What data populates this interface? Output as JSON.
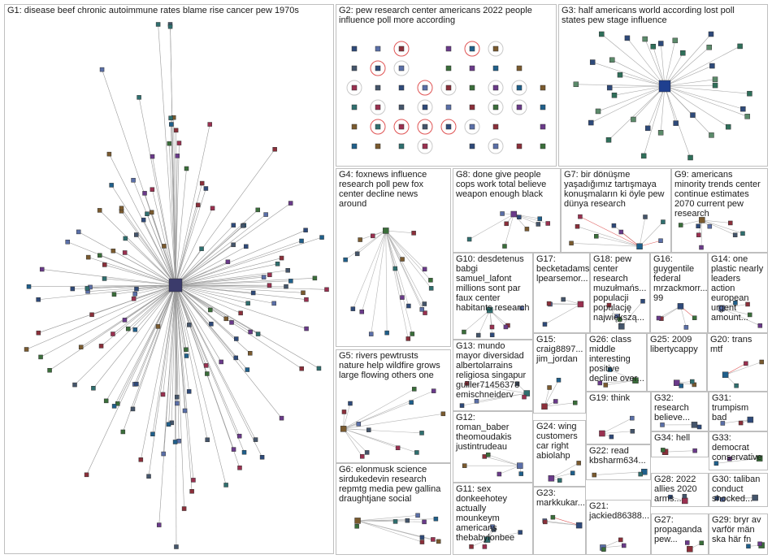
{
  "graph": {
    "groups": [
      {
        "id": "G1",
        "label": "G1: disease beef chronic autoimmune rates blame rise cancer pew 1970s"
      },
      {
        "id": "G2",
        "label": "G2: pew research center americans 2022 people\ninfluence poll more according"
      },
      {
        "id": "G3",
        "label": "G3: half americans world according lost poll\nstates pew stage influence"
      },
      {
        "id": "G4",
        "label": "G4: foxnews influence\nresearch poll pew fox\ncenter decline news\naround"
      },
      {
        "id": "G8",
        "label": "G8: done give people\ncops work total believe\nweapon enough black"
      },
      {
        "id": "G7",
        "label": "G7: bir dönüşme\nyaşadığımız tartışmaya\nkonuşmaların ki öyle pew\ndünya research"
      },
      {
        "id": "G9",
        "label": "G9: americans\nminority trends center\ncontinue estimates\n2070 current pew\nresearch"
      },
      {
        "id": "G10",
        "label": "G10: desdetenus\nbabgi\nsamuel_lafont\nmillions sont par\nfaux center\nhabitants research"
      },
      {
        "id": "G17",
        "label": "G17:\nbecketadams\nlpearsemor..."
      },
      {
        "id": "G18",
        "label": "G18: pew\ncenter\nresearch\nmuzułmańs...\npopulacji\npopulację\nnajwiększą..."
      },
      {
        "id": "G16",
        "label": "G16:\nguygentile\nfederal\nmrzackmorr...\n99"
      },
      {
        "id": "G14",
        "label": "G14: one\nplastic nearly\nleaders\naction\neuropean\nurgent\namount..."
      },
      {
        "id": "G15",
        "label": "G15:\ncraig8897...\njim_jordan"
      },
      {
        "id": "G26",
        "label": "G26: class\nmiddle\ninteresting\npositive\ndecline over..."
      },
      {
        "id": "G25",
        "label": "G25: 2009\nlibertycappy"
      },
      {
        "id": "G20",
        "label": "G20: trans\nmtf"
      },
      {
        "id": "G5",
        "label": "G5: rivers pewtrusts\nnature help wildfire grows\nlarge flowing others one"
      },
      {
        "id": "G13",
        "label": "G13: mundo\nmayor diversidad\nalbertolarrains\nreligiosa singapur\nguiller71456378\nemischneiderv"
      },
      {
        "id": "G19",
        "label": "G19: think"
      },
      {
        "id": "G32",
        "label": "G32:\nresearch\nbelieve..."
      },
      {
        "id": "G31",
        "label": "G31:\ntrumpism\nbad"
      },
      {
        "id": "G12",
        "label": "G12:\nroman_baber\ntheomoudakis\njustintrudeau"
      },
      {
        "id": "G34",
        "label": "G34: hell"
      },
      {
        "id": "G33",
        "label": "G33:\ndemocrat\nconservative"
      },
      {
        "id": "G24",
        "label": "G24: wing\ncustomers\ncar right\nabiolahp"
      },
      {
        "id": "G22",
        "label": "G22: read\nkbsharm634..."
      },
      {
        "id": "G6",
        "label": "G6: elonmusk science\nsirdukedevin research\nrepmtg media pew gallina\ndraughtjane social"
      },
      {
        "id": "G11",
        "label": "G11: sex\ndonkeehotey\nactually\nmounkeym\namericans\nthebabylonbee"
      },
      {
        "id": "G28",
        "label": "G28: 2022\nallies 2020\narms..."
      },
      {
        "id": "G30",
        "label": "G30: taliban\nconduct\nshocked..."
      },
      {
        "id": "G23",
        "label": "G23:\nmarkkukar..."
      },
      {
        "id": "G21",
        "label": "G21:\njackied86388..."
      },
      {
        "id": "G27",
        "label": "G27:\npropaganda\npew..."
      },
      {
        "id": "G29",
        "label": "G29: bryr av\nvarför män\nska här fn"
      }
    ]
  }
}
